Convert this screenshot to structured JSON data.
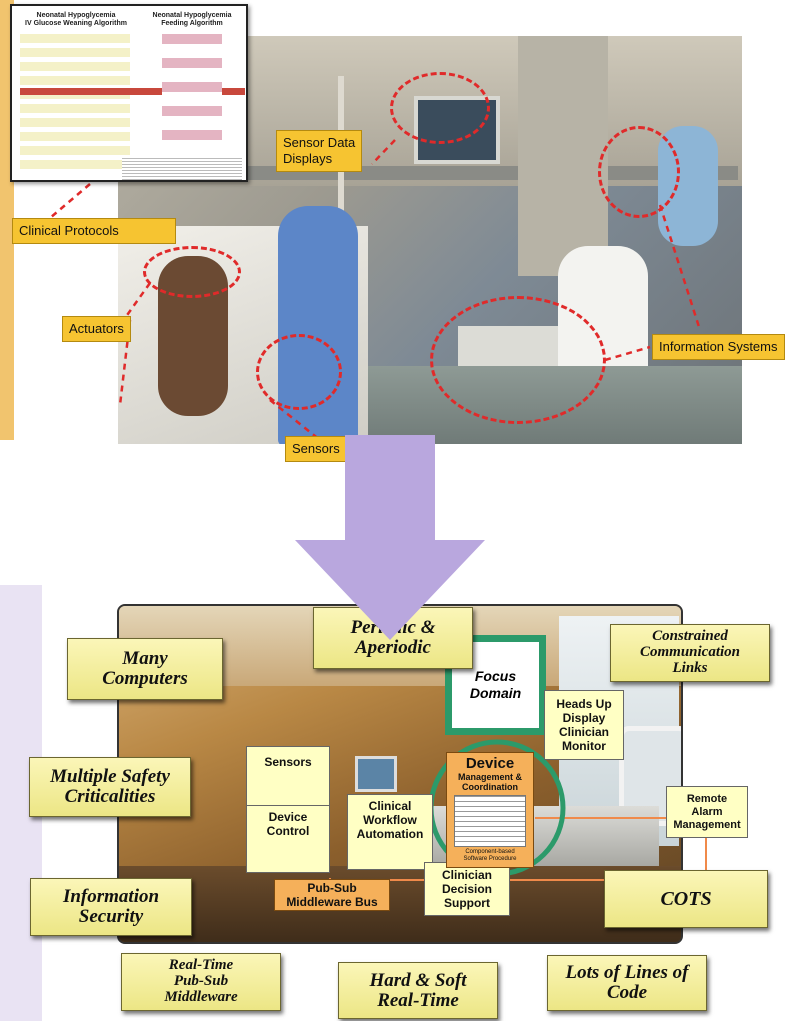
{
  "top_figure": {
    "protocol_card": {
      "left_title": "Neonatal Hypoglycemia\nIV Glucose Weaning Algorithm",
      "right_title": "Neonatal Hypoglycemia\nFeeding Algorithm"
    },
    "callouts": {
      "sensor_data_displays": "Sensor Data\nDisplays",
      "clinical_protocols": "Clinical Protocols",
      "actuators": "Actuators",
      "information_systems": "Information Systems",
      "sensors": "Sensors"
    }
  },
  "bottom_figure": {
    "challenges": {
      "periodic": "Periodic &\nAperiodic",
      "many_computers": "Many\nComputers",
      "constrained_links": "Constrained\nCommunication\nLinks",
      "safety": "Multiple Safety\nCriticalities",
      "info_security": "Information\nSecurity",
      "cots": "COTS",
      "realtime_pubsub": "Real-Time\nPub-Sub\nMiddleware",
      "hard_soft": "Hard & Soft\nReal-Time",
      "lines_of_code": "Lots of Lines of\nCode"
    },
    "focus_domain": "Focus\nDomain",
    "components": {
      "sensors": "Sensors",
      "device_control": "Device\nControl",
      "workflow": "Clinical\nWorkflow\nAutomation",
      "heads_up": "Heads Up\nDisplay\nClinician\nMonitor",
      "remote_alarm": "Remote\nAlarm\nManagement",
      "pubsub_bus": "Pub-Sub\nMiddleware Bus",
      "decision_support": "Clinician\nDecision\nSupport"
    },
    "device_box": {
      "title": "Device",
      "subtitle": "Management &\nCoordination",
      "caption": "Component-based\nSoftware Procedure"
    }
  },
  "colors": {
    "callout_fill": "#f6c431",
    "ring": "#e02a2a",
    "arrow": "#b9a7de",
    "challenge_fill": "#f2ec98",
    "focus_frame": "#2c9a6a",
    "device_fill": "#f5b05a"
  }
}
